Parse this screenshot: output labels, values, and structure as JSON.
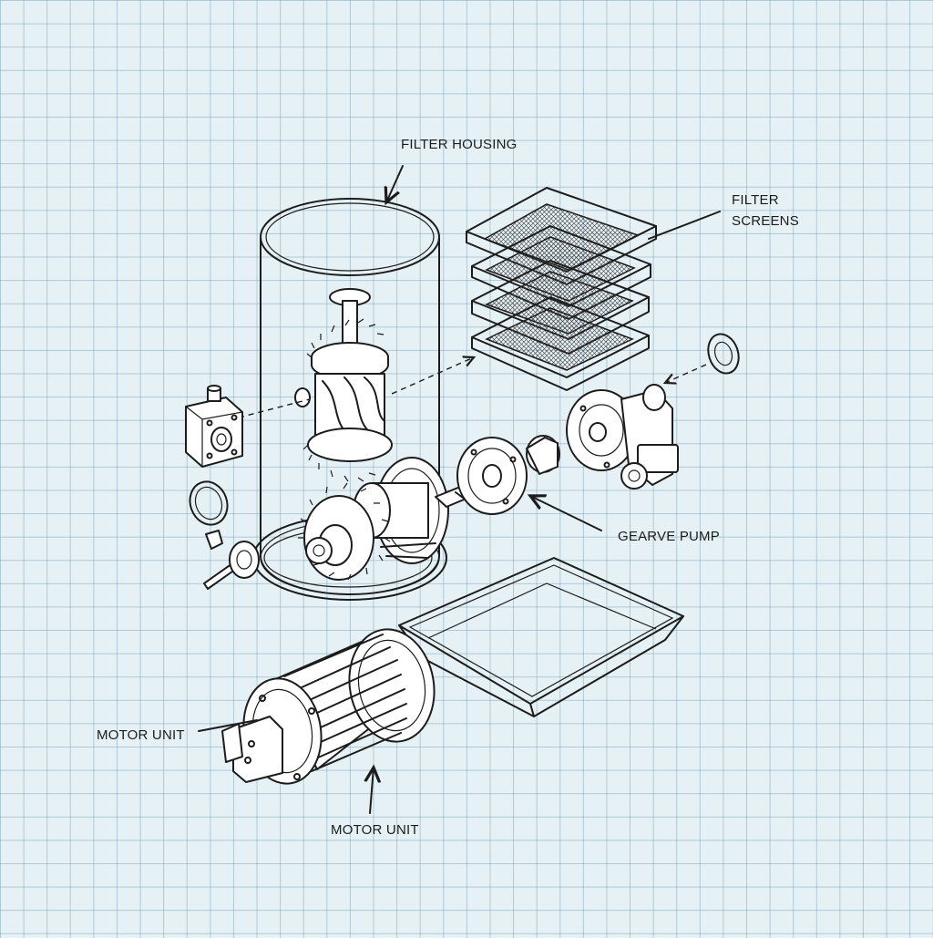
{
  "labels": {
    "filter_housing": "FILTER HOUSING",
    "filter_screens_line1": "FILTER",
    "filter_screens_line2": "SCREENS",
    "gear_pump": "GEARVE PUMP",
    "motor_unit_left": "MOTOR UNIT",
    "motor_unit_bottom": "MOTOR UNIT"
  },
  "colors": {
    "background": "#e6f1f5",
    "grid": "#8fb0c4",
    "ink": "#1c1c1c"
  }
}
